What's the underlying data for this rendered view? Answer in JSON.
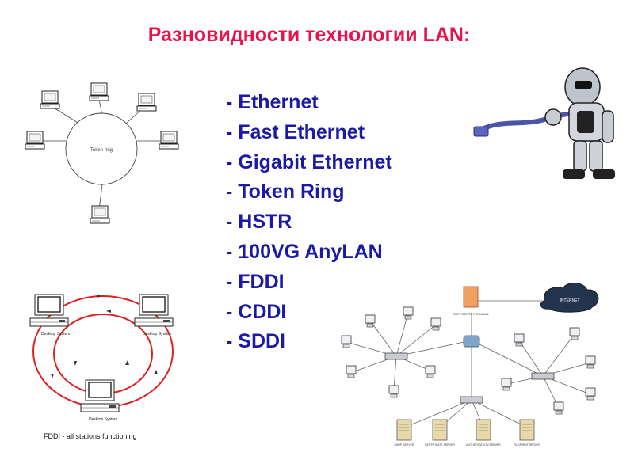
{
  "title": "Разновидности технологии LAN:",
  "technologies": [
    "- Ethernet",
    "- Fast Ethernet",
    "- Gigabit Ethernet",
    "- Token Ring",
    "- HSTR",
    "- 100VG AnyLAN",
    "- FDDI",
    "- CDDI",
    "- SDDI"
  ],
  "token_ring": {
    "label": "Token-ring"
  },
  "fddi": {
    "station_label": "Desktop System",
    "caption": "FDDI - all stations functioning",
    "ring_color": "#e02020"
  },
  "network": {
    "internet_label": "INTERNET",
    "firewall_label": "CORPORATE FIREWALL",
    "servers": [
      "SHOP SERVER",
      "CERTIFICATE SERVER",
      "AUTHORIZATION SERVER",
      "FILE/PRINT SERVER"
    ]
  },
  "colors": {
    "title": "#e8134a",
    "list": "#1a1aa6"
  }
}
